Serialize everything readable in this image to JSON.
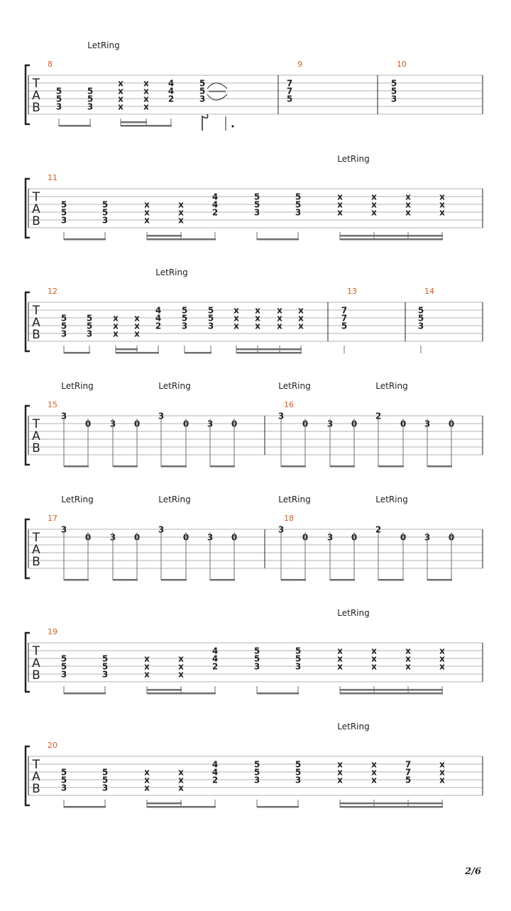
{
  "page_number": "2/6",
  "tab_label": [
    "T",
    "A",
    "B"
  ],
  "systems": [
    {
      "letring": [
        {
          "text": "LetRing",
          "col": 1
        }
      ],
      "measures": [
        {
          "number": "8",
          "beats": [
            {
              "n": [
                "",
                "",
                "5",
                "5",
                "3",
                ""
              ]
            },
            {
              "n": [
                "",
                "",
                "5",
                "5",
                "3",
                ""
              ]
            },
            {
              "n": [
                "",
                "x",
                "x",
                "x",
                "x",
                ""
              ]
            },
            {
              "n": [
                "",
                "x",
                "x",
                "x",
                "x",
                ""
              ]
            },
            {
              "n": [
                "",
                "4",
                "4",
                "2",
                "",
                ""
              ]
            },
            {
              "n": [
                "",
                "5",
                "5",
                "3",
                "",
                ""
              ]
            }
          ]
        },
        {
          "number": "9",
          "beats": [
            {
              "n": [
                "",
                "7",
                "7",
                "5",
                "",
                ""
              ]
            }
          ]
        },
        {
          "number": "10",
          "beats": [
            {
              "n": [
                "",
                "5",
                "5",
                "3",
                "",
                ""
              ]
            }
          ]
        }
      ]
    },
    {
      "letring": [
        {
          "text": "LetRing",
          "col": 7
        }
      ],
      "measures": [
        {
          "number": "11",
          "beats": [
            {
              "n": [
                "",
                "",
                "5",
                "5",
                "3",
                ""
              ]
            },
            {
              "n": [
                "",
                "",
                "5",
                "5",
                "3",
                ""
              ]
            },
            {
              "n": [
                "",
                "",
                "x",
                "x",
                "x",
                ""
              ]
            },
            {
              "n": [
                "",
                "",
                "x",
                "x",
                "x",
                ""
              ]
            },
            {
              "n": [
                "",
                "4",
                "4",
                "2",
                "",
                ""
              ]
            },
            {
              "n": [
                "",
                "5",
                "5",
                "3",
                "",
                ""
              ]
            },
            {
              "n": [
                "",
                "5",
                "5",
                "3",
                "",
                ""
              ]
            },
            {
              "n": [
                "",
                "x",
                "x",
                "x",
                "",
                ""
              ]
            },
            {
              "n": [
                "",
                "x",
                "x",
                "x",
                "",
                ""
              ]
            },
            {
              "n": [
                "",
                "x",
                "x",
                "x",
                "",
                ""
              ]
            },
            {
              "n": [
                "",
                "x",
                "x",
                "x",
                "",
                ""
              ]
            }
          ]
        }
      ]
    },
    {
      "letring": [
        {
          "text": "LetRing",
          "col": 4
        }
      ],
      "measures": [
        {
          "number": "12",
          "beats": [
            {
              "n": [
                "",
                "",
                "5",
                "5",
                "3",
                ""
              ]
            },
            {
              "n": [
                "",
                "",
                "5",
                "5",
                "3",
                ""
              ]
            },
            {
              "n": [
                "",
                "",
                "x",
                "x",
                "x",
                ""
              ]
            },
            {
              "n": [
                "",
                "",
                "x",
                "x",
                "x",
                ""
              ]
            },
            {
              "n": [
                "",
                "4",
                "4",
                "2",
                "",
                ""
              ]
            },
            {
              "n": [
                "",
                "5",
                "5",
                "3",
                "",
                ""
              ]
            },
            {
              "n": [
                "",
                "5",
                "5",
                "3",
                "",
                ""
              ]
            },
            {
              "n": [
                "",
                "x",
                "x",
                "x",
                "",
                ""
              ]
            },
            {
              "n": [
                "",
                "x",
                "x",
                "x",
                "",
                ""
              ]
            },
            {
              "n": [
                "",
                "x",
                "x",
                "x",
                "",
                ""
              ]
            },
            {
              "n": [
                "",
                "x",
                "x",
                "x",
                "",
                ""
              ]
            }
          ]
        },
        {
          "number": "13",
          "beats": [
            {
              "n": [
                "",
                "7",
                "7",
                "5",
                "",
                ""
              ]
            }
          ]
        },
        {
          "number": "14",
          "beats": [
            {
              "n": [
                "",
                "5",
                "5",
                "3",
                "",
                ""
              ]
            }
          ]
        }
      ]
    },
    {
      "letring": [
        {
          "text": "LetRing",
          "col": 0
        },
        {
          "text": "LetRing",
          "col": 4
        },
        {
          "text": "LetRing",
          "col": 8
        },
        {
          "text": "LetRing",
          "col": 12
        }
      ],
      "measures": [
        {
          "number": "15",
          "beats": [
            {
              "n": [
                "3",
                "",
                "",
                "",
                "",
                ""
              ]
            },
            {
              "n": [
                "",
                "0",
                "",
                "",
                "",
                ""
              ]
            },
            {
              "n": [
                "",
                "3",
                "",
                "",
                "",
                ""
              ]
            },
            {
              "n": [
                "",
                "0",
                "",
                "",
                "",
                ""
              ]
            },
            {
              "n": [
                "3",
                "",
                "",
                "",
                "",
                ""
              ]
            },
            {
              "n": [
                "",
                "0",
                "",
                "",
                "",
                ""
              ]
            },
            {
              "n": [
                "",
                "3",
                "",
                "",
                "",
                ""
              ]
            },
            {
              "n": [
                "",
                "0",
                "",
                "",
                "",
                ""
              ]
            }
          ]
        },
        {
          "number": "16",
          "beats": [
            {
              "n": [
                "3",
                "",
                "",
                "",
                "",
                ""
              ]
            },
            {
              "n": [
                "",
                "0",
                "",
                "",
                "",
                ""
              ]
            },
            {
              "n": [
                "",
                "3",
                "",
                "",
                "",
                ""
              ]
            },
            {
              "n": [
                "",
                "0",
                "",
                "",
                "",
                ""
              ]
            },
            {
              "n": [
                "2",
                "",
                "",
                "",
                "",
                ""
              ]
            },
            {
              "n": [
                "",
                "0",
                "",
                "",
                "",
                ""
              ]
            },
            {
              "n": [
                "",
                "3",
                "",
                "",
                "",
                ""
              ]
            },
            {
              "n": [
                "",
                "0",
                "",
                "",
                "",
                ""
              ]
            }
          ]
        }
      ]
    },
    {
      "letring": [
        {
          "text": "LetRing",
          "col": 0
        },
        {
          "text": "LetRing",
          "col": 4
        },
        {
          "text": "LetRing",
          "col": 8
        },
        {
          "text": "LetRing",
          "col": 12
        }
      ],
      "measures": [
        {
          "number": "17",
          "beats": [
            {
              "n": [
                "3",
                "",
                "",
                "",
                "",
                ""
              ]
            },
            {
              "n": [
                "",
                "0",
                "",
                "",
                "",
                ""
              ]
            },
            {
              "n": [
                "",
                "3",
                "",
                "",
                "",
                ""
              ]
            },
            {
              "n": [
                "",
                "0",
                "",
                "",
                "",
                ""
              ]
            },
            {
              "n": [
                "3",
                "",
                "",
                "",
                "",
                ""
              ]
            },
            {
              "n": [
                "",
                "0",
                "",
                "",
                "",
                ""
              ]
            },
            {
              "n": [
                "",
                "3",
                "",
                "",
                "",
                ""
              ]
            },
            {
              "n": [
                "",
                "0",
                "",
                "",
                "",
                ""
              ]
            }
          ]
        },
        {
          "number": "18",
          "beats": [
            {
              "n": [
                "3",
                "",
                "",
                "",
                "",
                ""
              ]
            },
            {
              "n": [
                "",
                "0",
                "",
                "",
                "",
                ""
              ]
            },
            {
              "n": [
                "",
                "3",
                "",
                "",
                "",
                ""
              ]
            },
            {
              "n": [
                "",
                "0",
                "",
                "",
                "",
                ""
              ]
            },
            {
              "n": [
                "2",
                "",
                "",
                "",
                "",
                ""
              ]
            },
            {
              "n": [
                "",
                "0",
                "",
                "",
                "",
                ""
              ]
            },
            {
              "n": [
                "",
                "3",
                "",
                "",
                "",
                ""
              ]
            },
            {
              "n": [
                "",
                "0",
                "",
                "",
                "",
                ""
              ]
            }
          ]
        }
      ]
    },
    {
      "letring": [
        {
          "text": "LetRing",
          "col": 7
        }
      ],
      "measures": [
        {
          "number": "19",
          "beats": [
            {
              "n": [
                "",
                "",
                "5",
                "5",
                "3",
                ""
              ]
            },
            {
              "n": [
                "",
                "",
                "5",
                "5",
                "3",
                ""
              ]
            },
            {
              "n": [
                "",
                "",
                "x",
                "x",
                "x",
                ""
              ]
            },
            {
              "n": [
                "",
                "",
                "x",
                "x",
                "x",
                ""
              ]
            },
            {
              "n": [
                "",
                "4",
                "4",
                "2",
                "",
                ""
              ]
            },
            {
              "n": [
                "",
                "5",
                "5",
                "3",
                "",
                ""
              ]
            },
            {
              "n": [
                "",
                "5",
                "5",
                "3",
                "",
                ""
              ]
            },
            {
              "n": [
                "",
                "x",
                "x",
                "x",
                "",
                ""
              ]
            },
            {
              "n": [
                "",
                "x",
                "x",
                "x",
                "",
                ""
              ]
            },
            {
              "n": [
                "",
                "x",
                "x",
                "x",
                "",
                ""
              ]
            },
            {
              "n": [
                "",
                "x",
                "x",
                "x",
                "",
                ""
              ]
            }
          ]
        }
      ]
    },
    {
      "letring": [
        {
          "text": "LetRing",
          "col": 7
        }
      ],
      "measures": [
        {
          "number": "20",
          "beats": [
            {
              "n": [
                "",
                "",
                "5",
                "5",
                "3",
                ""
              ]
            },
            {
              "n": [
                "",
                "",
                "5",
                "5",
                "3",
                ""
              ]
            },
            {
              "n": [
                "",
                "",
                "x",
                "x",
                "x",
                ""
              ]
            },
            {
              "n": [
                "",
                "",
                "x",
                "x",
                "x",
                ""
              ]
            },
            {
              "n": [
                "",
                "4",
                "4",
                "2",
                "",
                ""
              ]
            },
            {
              "n": [
                "",
                "5",
                "5",
                "3",
                "",
                ""
              ]
            },
            {
              "n": [
                "",
                "5",
                "5",
                "3",
                "",
                ""
              ]
            },
            {
              "n": [
                "",
                "x",
                "x",
                "x",
                "",
                ""
              ]
            },
            {
              "n": [
                "",
                "x",
                "x",
                "x",
                "",
                ""
              ]
            },
            {
              "n": [
                "",
                "7",
                "7",
                "5",
                "",
                ""
              ]
            },
            {
              "n": [
                "",
                "x",
                "x",
                "x",
                "",
                ""
              ]
            }
          ]
        }
      ]
    }
  ],
  "colors": {
    "measure_number": "#e05a1c",
    "ink": "#222222",
    "staff_line": "#b3b3b3",
    "beam": "#6e6e6e"
  }
}
